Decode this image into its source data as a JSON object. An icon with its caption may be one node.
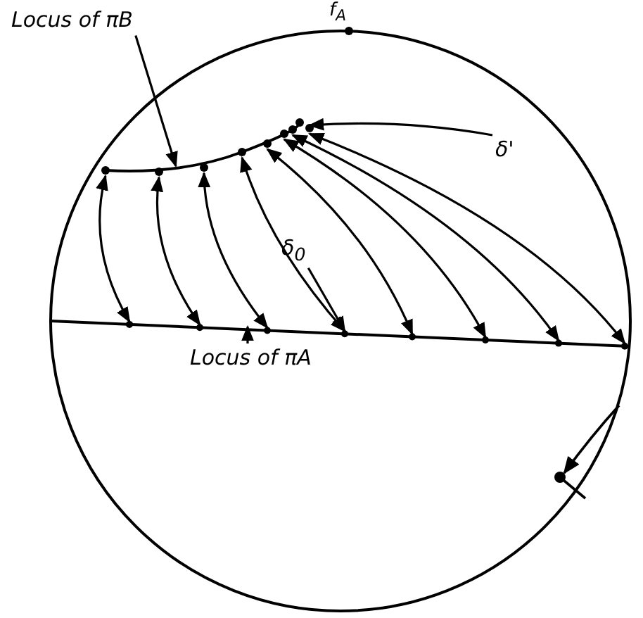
{
  "diagram": {
    "nodes": [
      {
        "text": [
          "Locus of πB"
        ]
      },
      {
        "text": [
          "Locus of πA"
        ]
      },
      {
        "text": [
          "δ'"
        ]
      },
      {
        "text": [
          "δ$_{0}$"
        ]
      },
      {
        "text": [],
        "shape": "curve"
      },
      {
        "text": [],
        "shape": "line"
      }
    ],
    "edges": [
      {
        "from": 0,
        "to": 4,
        "arrow": "to"
      },
      {
        "from": 1,
        "to": 5,
        "arrow": "to"
      },
      {
        "from": 2,
        "to": 4,
        "arrow": "to"
      },
      {
        "from": 3,
        "to": 5,
        "arrow": "to"
      },
      {
        "from": 4,
        "to": 5,
        "arrow": "both"
      },
      {
        "from": 4,
        "to": 5,
        "arrow": "both"
      },
      {
        "from": 4,
        "to": 5,
        "arrow": "both"
      },
      {
        "from": 4,
        "to": 5,
        "arrow": "both"
      },
      {
        "from": 4,
        "to": 5,
        "arrow": "both"
      },
      {
        "from": 4,
        "to": 5,
        "arrow": "both"
      },
      {
        "from": 4,
        "to": 5,
        "arrow": "both"
      },
      {
        "from": 4,
        "to": 5,
        "arrow": "both"
      }
    ],
    "labels": [
      "f$_{A}$"
    ]
  }
}
